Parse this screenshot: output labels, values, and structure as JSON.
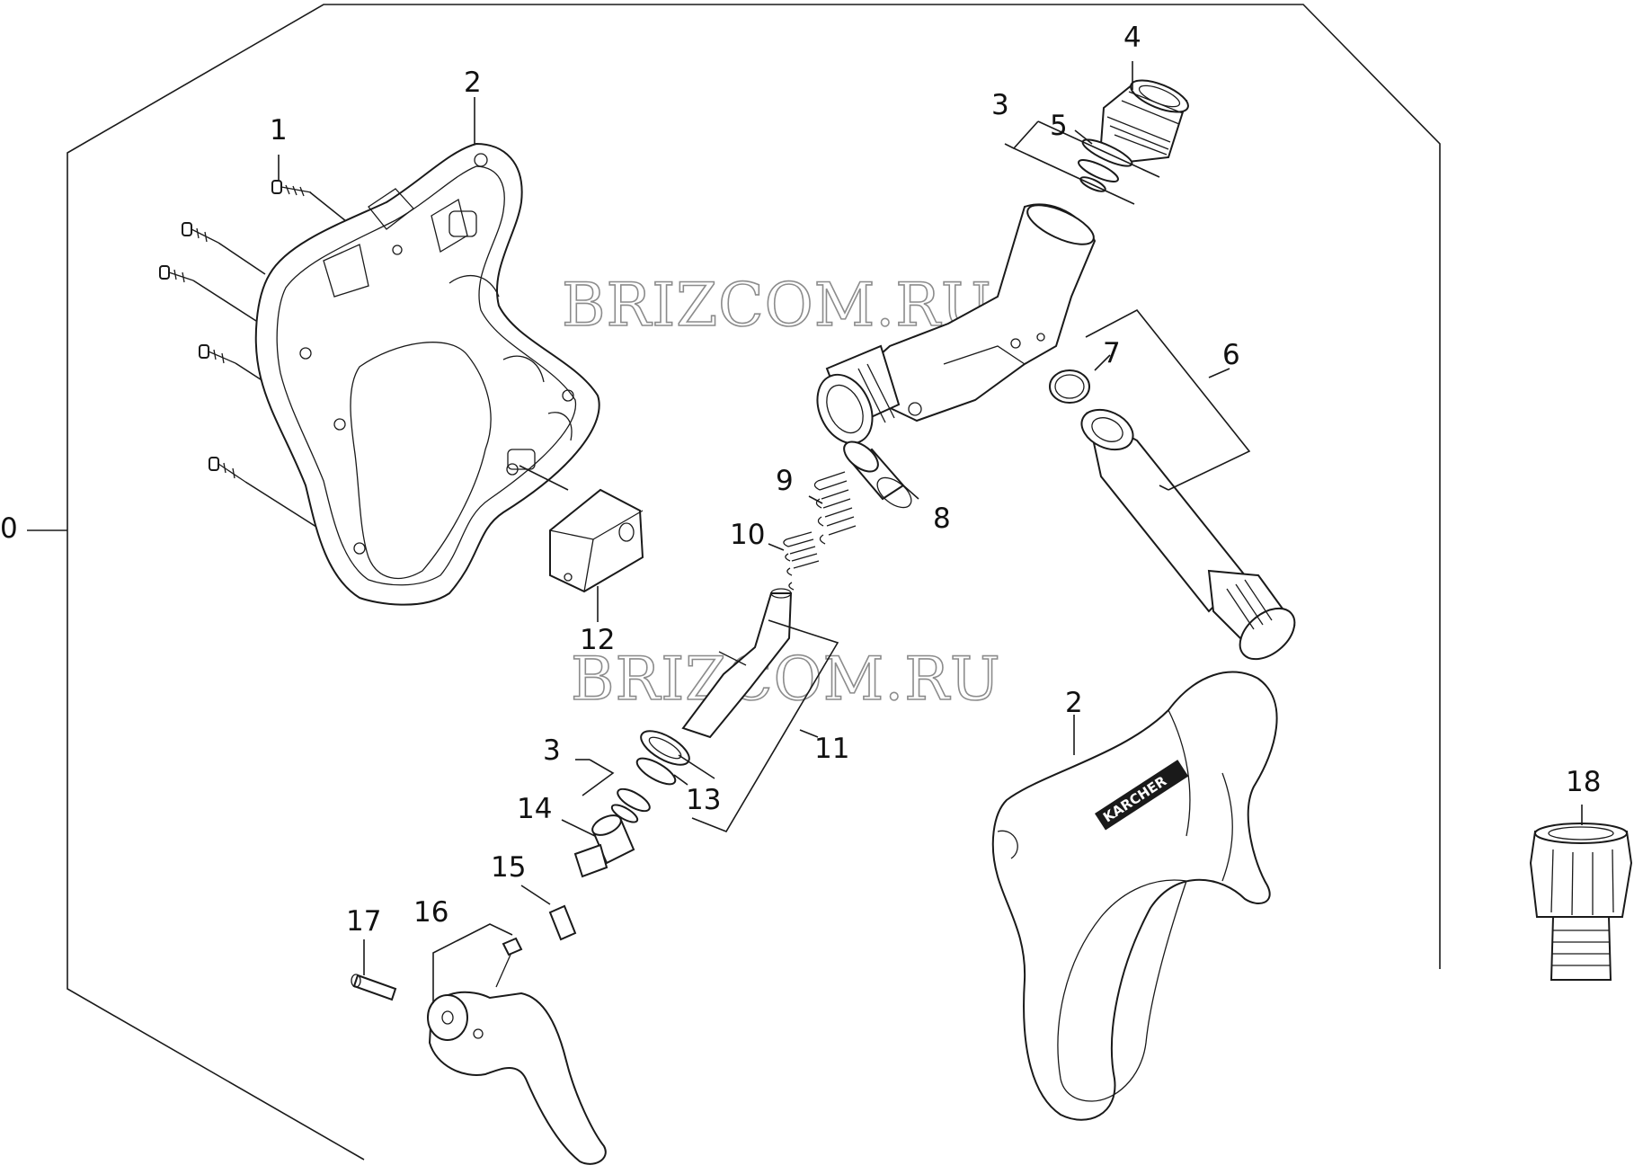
{
  "watermarks": [
    "BRIZCOM.RU",
    "BRIZCOM.RU"
  ],
  "labels": {
    "p0": "0",
    "p1": "1",
    "p2a": "2",
    "p2b": "2",
    "p3a": "3",
    "p3b": "3",
    "p4": "4",
    "p5": "5",
    "p6": "6",
    "p7": "7",
    "p8": "8",
    "p9": "9",
    "p10": "10",
    "p11": "11",
    "p12": "12",
    "p13": "13",
    "p14": "14",
    "p15": "15",
    "p16": "16",
    "p17": "17",
    "p18": "18"
  },
  "brand_logo": "KARCHER"
}
